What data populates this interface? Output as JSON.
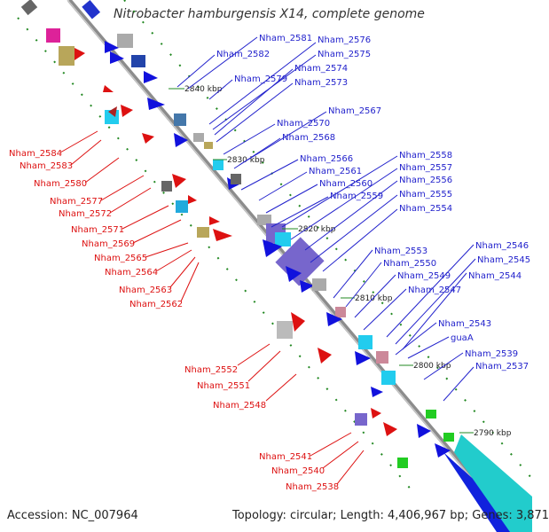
{
  "title": "Nitrobacter hamburgensis X14, complete genome",
  "accession_label": "Accession: NC_007964",
  "topology_summary": "Topology: circular; Length: 4,406,967 bp; Genes: 3,871",
  "colors": {
    "forward_label": "#2222cc",
    "reverse_label": "#dd1111",
    "backbone": "#999999",
    "kbp_text": "#222222",
    "tick": "#228822"
  },
  "kbp_marks": [
    "2840 kbp",
    "2830 kbp",
    "2820 kbp",
    "2810 kbp",
    "2800 kbp",
    "2790 kbp"
  ],
  "forward_genes": [
    "Nham_2581",
    "Nham_2576",
    "Nham_2582",
    "Nham_2575",
    "Nham_2574",
    "Nham_2579",
    "Nham_2573",
    "Nham_2567",
    "Nham_2570",
    "Nham_2568",
    "Nham_2566",
    "Nham_2558",
    "Nham_2561",
    "Nham_2557",
    "Nham_2560",
    "Nham_2556",
    "Nham_2559",
    "Nham_2555",
    "Nham_2554",
    "Nham_2553",
    "Nham_2546",
    "Nham_2550",
    "Nham_2545",
    "Nham_2549",
    "Nham_2544",
    "Nham_2547",
    "Nham_2543",
    "guaA",
    "Nham_2539",
    "Nham_2537"
  ],
  "reverse_genes": [
    "Nham_2584",
    "Nham_2583",
    "Nham_2580",
    "Nham_2577",
    "Nham_2572",
    "Nham_2571",
    "Nham_2569",
    "Nham_2565",
    "Nham_2564",
    "Nham_2563",
    "Nham_2562",
    "Nham_2552",
    "Nham_2551",
    "Nham_2548",
    "Nham_2541",
    "Nham_2540",
    "Nham_2538"
  ]
}
